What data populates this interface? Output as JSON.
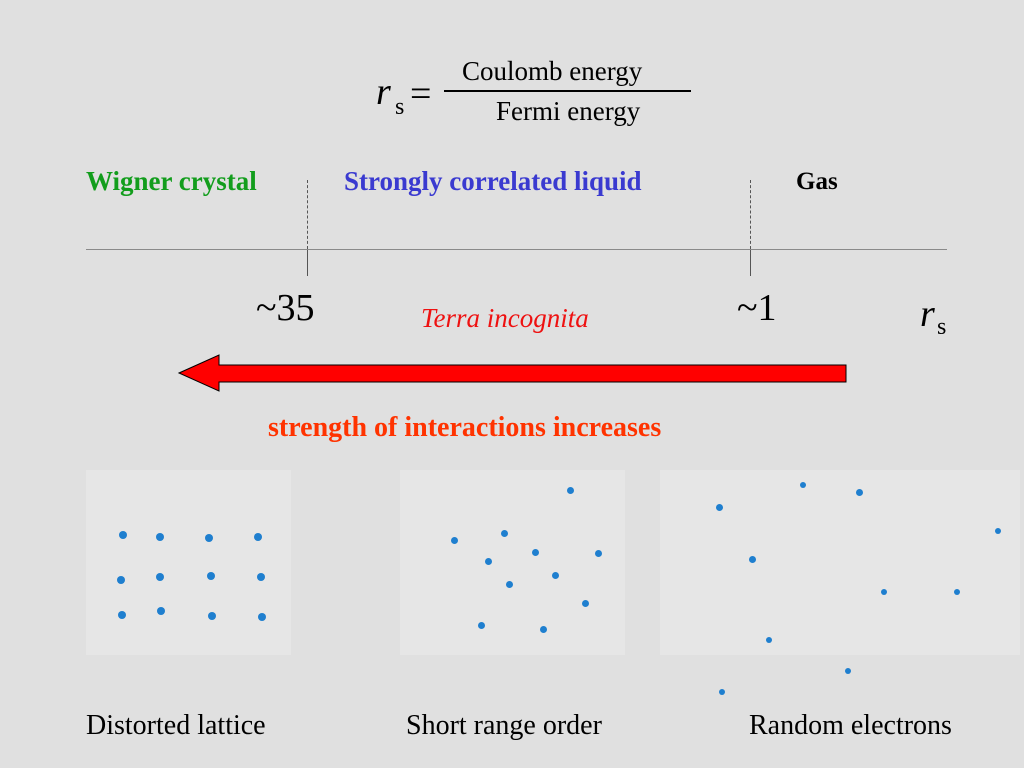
{
  "formula": {
    "lhs_symbol": "r",
    "lhs_subscript": "s",
    "equals": "=",
    "numerator": "Coulomb energy",
    "denominator": "Fermi energy"
  },
  "regions": {
    "wigner": "Wigner crystal",
    "liquid": "Strongly correlated liquid",
    "gas": "Gas"
  },
  "axis": {
    "tick_35": "~35",
    "tick_1": "~1",
    "terra": "Terra incognita",
    "symbol": "r",
    "subscript": "s"
  },
  "arrow_caption": "strength of interactions increases",
  "captions": {
    "lattice": "Distorted lattice",
    "short_range": "Short range order",
    "random": "Random electrons"
  },
  "colors": {
    "background": "#e0e0e0",
    "wigner": "#129d1c",
    "liquid": "#3a3ad0",
    "gas": "#000000",
    "terra": "#ee1111",
    "arrow_fill": "#ff0000",
    "strength": "#ff3300",
    "dots": "#1f7fcf"
  }
}
